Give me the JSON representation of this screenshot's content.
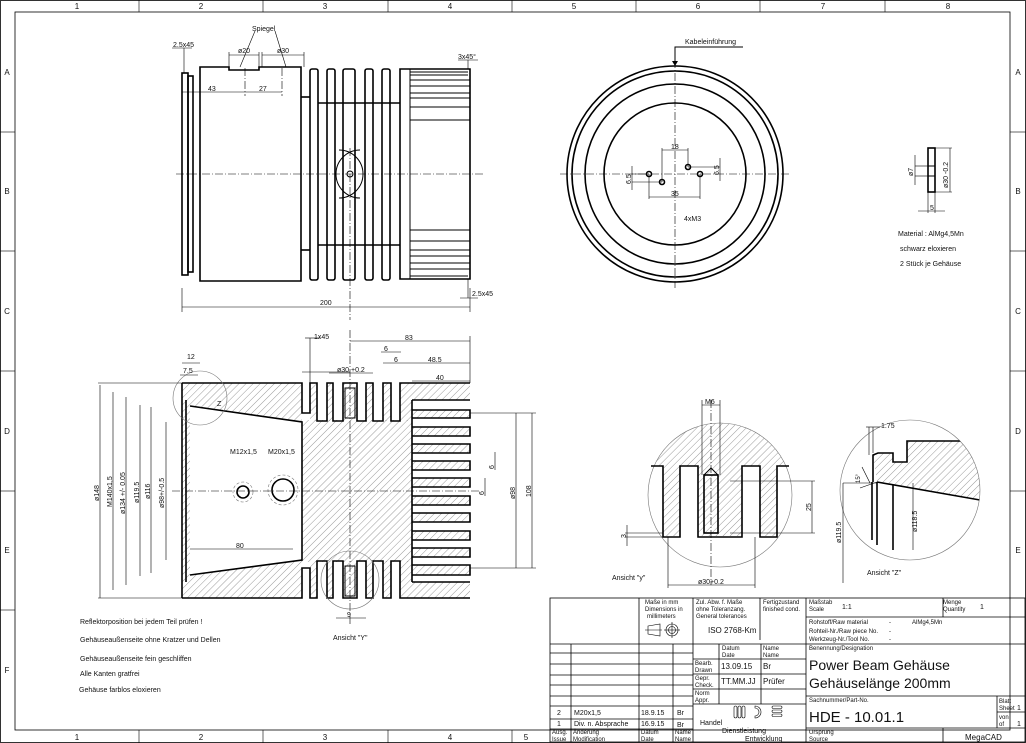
{
  "frame": {
    "columns": [
      "1",
      "2",
      "3",
      "4",
      "5",
      "6",
      "7",
      "8"
    ],
    "bottom_columns": [
      "1",
      "2",
      "3",
      "4",
      "5"
    ],
    "rows": [
      "A",
      "B",
      "C",
      "D",
      "E",
      "F"
    ]
  },
  "top_view": {
    "spiegel": "Spiegel",
    "chamfer_left": "2.5x45",
    "d20": "ø20",
    "d30": "ø30",
    "chamfer_right": "3x45°",
    "dim43": "43",
    "dim27": "27",
    "dim200": "200",
    "chamfer_bottom": "2.5x45"
  },
  "section_view": {
    "chamfer": "1x45",
    "dim83": "83",
    "dim6a": "6",
    "dim6b": "6",
    "dim48": "48.5",
    "dim12": "12",
    "dim7": "7.5",
    "d30": "ø30 +0.2",
    "dim40": "40",
    "z": "Z",
    "m12": "M12x1,5",
    "m20": "M20x1,5",
    "dim80": "80",
    "dim9": "9",
    "view_y": "Ansicht \"Y\"",
    "fin6a": "6",
    "fin6b": "6",
    "d98": "ø98",
    "dim108": "108",
    "d148": "ø148",
    "m140": "M140x1,5",
    "d134": "ø134 +/- 0.05",
    "d119": "ø119.5",
    "d116": "ø116",
    "d98tol": "ø98+/-0.5"
  },
  "end_view": {
    "cable": "Kabeleinführung",
    "dim18": "18",
    "dim35": "35",
    "dim65a": "6.5",
    "dim65b": "6.5",
    "holes": "4xM3"
  },
  "washer": {
    "d7": "ø7",
    "d30": "ø30 -0.2",
    "dim5": "5",
    "material": "Material : AlMg4,5Mn",
    "finish": "schwarz eloxieren",
    "qty": "2 Stück je Gehäuse"
  },
  "detail_y": {
    "m6": "M6",
    "dim25": "25",
    "dim3": "3",
    "d30": "ø30+0.2",
    "label": "Ansicht \"y\""
  },
  "detail_z": {
    "dim175": "1.75",
    "angle": "15°",
    "d1195": "ø119.5",
    "d1185": "ø118.5",
    "label": "Ansicht  \"Z\""
  },
  "notes": [
    "Reflektorposition bei jedem Teil prüfen !",
    "Gehäuseaußenseite ohne Kratzer und Dellen",
    "Gehäuseaußenseite fein geschliffen",
    "Alle Kanten gratfrei",
    "Gehäuse farblos eloxieren"
  ],
  "title_block": {
    "dims_label": [
      "Maße in mm",
      "Dimensions in",
      "millimeters"
    ],
    "tol_label": [
      "Zul. Abw. f. Maße",
      "ohne Toleranzang.",
      "General tolerances"
    ],
    "tol_value": "ISO 2768-Km",
    "finish_label": [
      "Fertigzustand",
      "finished cond."
    ],
    "scale_label": [
      "Maßstab",
      "Scale"
    ],
    "scale_value": "1:1",
    "qty_label": [
      "Menge",
      "Quantity"
    ],
    "qty_value": "1",
    "raw_material_label": "Rohstoff/Raw material",
    "raw_material_dash": "-",
    "raw_material_value": "AlMg4,5Mn",
    "raw_piece_label": "Rohteil-Nr./Raw piece No.",
    "raw_piece_dash": "-",
    "tool_label": "Werkzeug-Nr./Tool No.",
    "tool_dash": "-",
    "date_header": [
      "Datum",
      "Date"
    ],
    "name_header": [
      "Name",
      "Name"
    ],
    "drawn_label": [
      "Bearb.",
      "Drawn"
    ],
    "drawn_date": "13.09.15",
    "drawn_name": "Br",
    "check_label": [
      "Gepr.",
      "Check."
    ],
    "check_date": "TT.MM.JJ",
    "check_name": "Prüfer",
    "norm_label": [
      "Norm",
      "Appr."
    ],
    "designation_label": "Benennung/Designation",
    "title_line1": "Power Beam Gehäuse",
    "title_line2": "Gehäuselänge 200mm",
    "partno_label": "Sachnummer/Part-No.",
    "partno": "HDE - 10.01.1",
    "sheet_label": [
      "Blatt",
      "Sheet"
    ],
    "sheet_value": "1",
    "of_label": [
      "von",
      "of"
    ],
    "of_value": "1",
    "source_label": [
      "Ursprung",
      "Source"
    ],
    "source_value": "MegaCAD",
    "logo_words": [
      "Handel",
      "Dienstleistung",
      "Entwicklung"
    ],
    "revisions": [
      {
        "issue": "2",
        "mod": "M20x1,5",
        "date": "18.9.15",
        "name": "Br"
      },
      {
        "issue": "1",
        "mod": "Div. n. Absprache",
        "date": "16.9.15",
        "name": "Br"
      }
    ],
    "rev_header": {
      "issue": [
        "Ausg.",
        "Issue"
      ],
      "mod": [
        "Änderung",
        "Modification"
      ],
      "date": [
        "Datum",
        "Date"
      ],
      "name": [
        "Name",
        "Name"
      ]
    }
  }
}
